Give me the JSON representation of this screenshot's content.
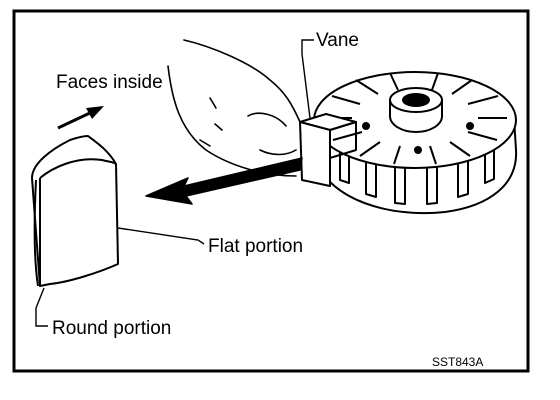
{
  "figure": {
    "labels": {
      "vane": "Vane",
      "faces_inside": "Faces inside",
      "flat_portion": "Flat portion",
      "round_portion": "Round portion"
    },
    "figure_code": "SST843A"
  }
}
